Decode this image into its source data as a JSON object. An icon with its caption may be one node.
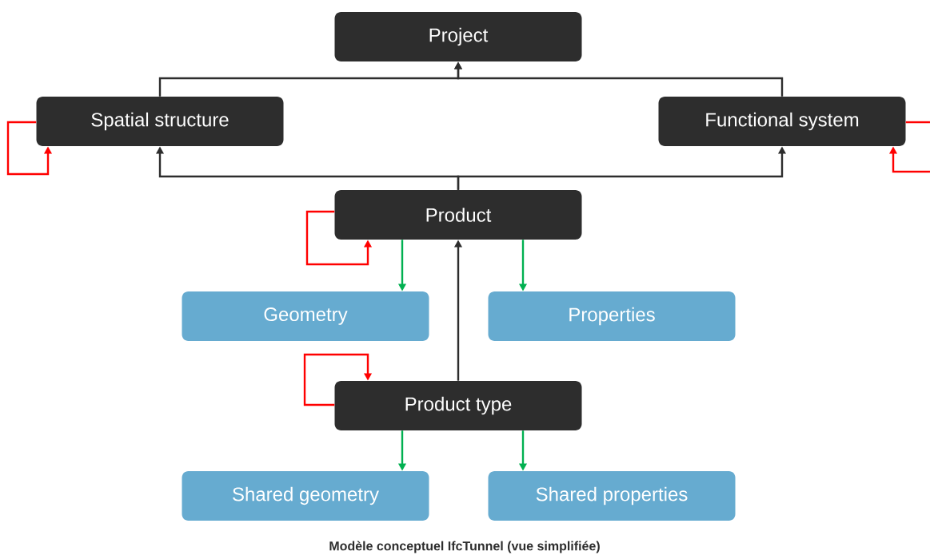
{
  "diagram": {
    "caption": "Modèle conceptuel IfcTunnel (vue simplifiée)",
    "nodes": [
      {
        "text": [
          "Project"
        ]
      },
      {
        "text": [
          "Spatial structure"
        ]
      },
      {
        "text": [
          "Functional system"
        ]
      },
      {
        "text": [
          "Product"
        ]
      },
      {
        "text": [
          "Geometry"
        ]
      },
      {
        "text": [
          "Properties"
        ]
      },
      {
        "text": [
          "Product type"
        ]
      },
      {
        "text": [
          "Shared geometry"
        ]
      },
      {
        "text": [
          "Shared properties"
        ]
      }
    ],
    "edges": [
      {
        "from": 1,
        "to": 0,
        "arrow": "to",
        "color": "#2d2d2d"
      },
      {
        "from": 2,
        "to": 0,
        "arrow": "to",
        "color": "#2d2d2d"
      },
      {
        "from": 3,
        "to": 1,
        "arrow": "to",
        "color": "#2d2d2d"
      },
      {
        "from": 3,
        "to": 2,
        "arrow": "to",
        "color": "#2d2d2d"
      },
      {
        "from": 1,
        "to": 1,
        "arrow": "to",
        "color": "#ff0000"
      },
      {
        "from": 2,
        "to": 2,
        "arrow": "to",
        "color": "#ff0000"
      },
      {
        "from": 3,
        "to": 3,
        "arrow": "to",
        "color": "#ff0000"
      },
      {
        "from": 6,
        "to": 6,
        "arrow": "to",
        "color": "#ff0000"
      },
      {
        "from": 3,
        "to": 4,
        "arrow": "to",
        "color": "#00b050"
      },
      {
        "from": 3,
        "to": 5,
        "arrow": "to",
        "color": "#00b050"
      },
      {
        "from": 6,
        "to": 3,
        "arrow": "to",
        "color": "#2d2d2d"
      },
      {
        "from": 6,
        "to": 7,
        "arrow": "to",
        "color": "#00b050"
      },
      {
        "from": 6,
        "to": 8,
        "arrow": "to",
        "color": "#00b050"
      }
    ]
  }
}
